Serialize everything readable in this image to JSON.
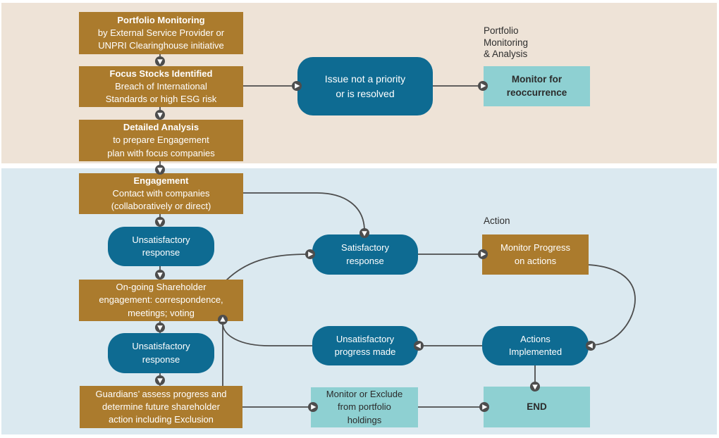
{
  "colors": {
    "process_brown": "#ab7b2d",
    "decision_teal": "#0e6b92",
    "outcome_light_teal": "#8ed0d2",
    "top_band_beige": "#eee3d7",
    "bottom_band_blue": "#dbe9f0",
    "connector_gray": "#4d4d4d",
    "text_light": "#ffffff",
    "text_dark": "#2e2e2e"
  },
  "labels": {
    "portfolio_monitoring_analysis": [
      "Portfolio",
      "Monitoring",
      "& Analysis"
    ],
    "action": "Action"
  },
  "nodes": {
    "portfolio_monitoring": {
      "title": "Portfolio Monitoring",
      "body": [
        "by External Service Provider or",
        "UNPRI Clearinghouse initiative"
      ]
    },
    "focus_stocks": {
      "title": "Focus Stocks Identified",
      "body": [
        "Breach of International",
        "Standards or high ESG risk"
      ]
    },
    "detailed_analysis": {
      "title": "Detailed Analysis",
      "body": [
        "to prepare Engagement",
        "plan with focus companies"
      ]
    },
    "issue_resolved": {
      "body": [
        "Issue not a priority",
        "or is resolved"
      ]
    },
    "monitor_reoccurrence": {
      "body": [
        "Monitor for",
        "reoccurrence"
      ]
    },
    "engagement": {
      "title": "Engagement",
      "body": [
        "Contact with companies",
        "(collaboratively or direct)"
      ]
    },
    "unsatisfactory_response_1": {
      "body": [
        "Unsatisfactory",
        "response"
      ]
    },
    "satisfactory_response": {
      "body": [
        "Satisfactory",
        "response"
      ]
    },
    "monitor_progress": {
      "body": [
        "Monitor Progress",
        "on actions"
      ]
    },
    "ongoing_engagement": {
      "body": [
        "On-going Shareholder",
        "engagement: correspondence,",
        "meetings; voting"
      ]
    },
    "unsatisfactory_response_2": {
      "body": [
        "Unsatisfactory",
        "response"
      ]
    },
    "unsatisfactory_progress": {
      "body": [
        "Unsatisfactory",
        "progress made"
      ]
    },
    "actions_implemented": {
      "body": [
        "Actions",
        "Implemented"
      ]
    },
    "guardians_assess": {
      "body": [
        "Guardians’ assess progress and",
        "determine future shareholder",
        "action including Exclusion"
      ]
    },
    "monitor_exclude": {
      "body": [
        "Monitor or Exclude",
        "from portfolio",
        "holdings"
      ]
    },
    "end": {
      "body": "END"
    }
  }
}
